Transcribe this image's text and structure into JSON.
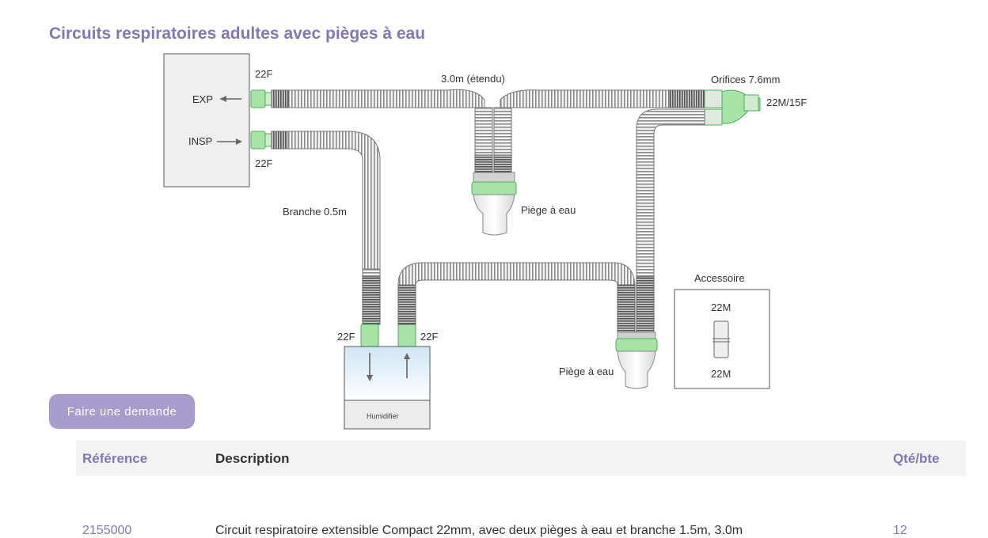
{
  "page": {
    "title": "Circuits respiratoires adultes avec pièges à eau"
  },
  "diagram": {
    "labels": {
      "exp": "EXP",
      "insp": "INSP",
      "exp_port": "22F",
      "insp_port": "22F",
      "tube_length": "3.0m (étendu)",
      "orifices": "Orifices 7.6mm",
      "wye_connector": "22M/15F",
      "branch": "Branche 0.5m",
      "water_trap_upper": "Piège à eau",
      "water_trap_lower": "Piège à eau",
      "humidifier_left_port": "22F",
      "humidifier_right_port": "22F",
      "humidifier": "Humidifier",
      "accessory_title": "Accessoire",
      "accessory_top": "22M",
      "accessory_bottom": "22M"
    },
    "colors": {
      "tube_fill": "#f2f2f2",
      "tube_dark": "#7a7a7a",
      "connector_green": "#9fe0a0",
      "connector_green_dark": "#5cbf6a",
      "machine_fill": "#f0f0f0",
      "water": "#d8ebf7"
    }
  },
  "actions": {
    "request_label": "Faire une demande"
  },
  "table": {
    "headers": {
      "reference": "Référence",
      "description": "Description",
      "quantity": "Qté/bte"
    },
    "rows": [
      {
        "reference": "2155000",
        "description": "Circuit respiratoire extensible Compact 22mm, avec deux pièges à eau et branche 1.5m, 3.0m",
        "quantity": "12"
      }
    ]
  },
  "theme": {
    "accent": "#8477b3",
    "button": "#a89ccd",
    "header_bg": "#f3f3f3"
  }
}
